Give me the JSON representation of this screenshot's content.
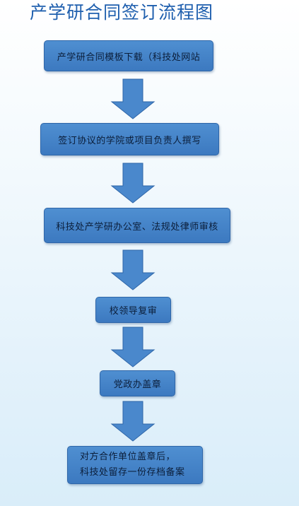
{
  "title": "产学研合同签订流程图",
  "steps": [
    {
      "label": "产学研合同模板下载（科技处网站"
    },
    {
      "label": "签订协议的学院或项目负责人撰写"
    },
    {
      "label": "科技处产学研办公室、法规处律师审核"
    },
    {
      "label": "校领导复审"
    },
    {
      "label": "党政办盖章"
    },
    {
      "line1": "对方合作单位盖章后，",
      "line2": "科技处留存一份存档备案"
    }
  ],
  "colors": {
    "title": "#1f5fae",
    "box_fill": "#4a88cc",
    "box_border": "#2f66a8",
    "arrow_fill": "#4a88cc",
    "text": "#0b1e3a"
  },
  "icons": [
    "down-arrow-icon"
  ]
}
